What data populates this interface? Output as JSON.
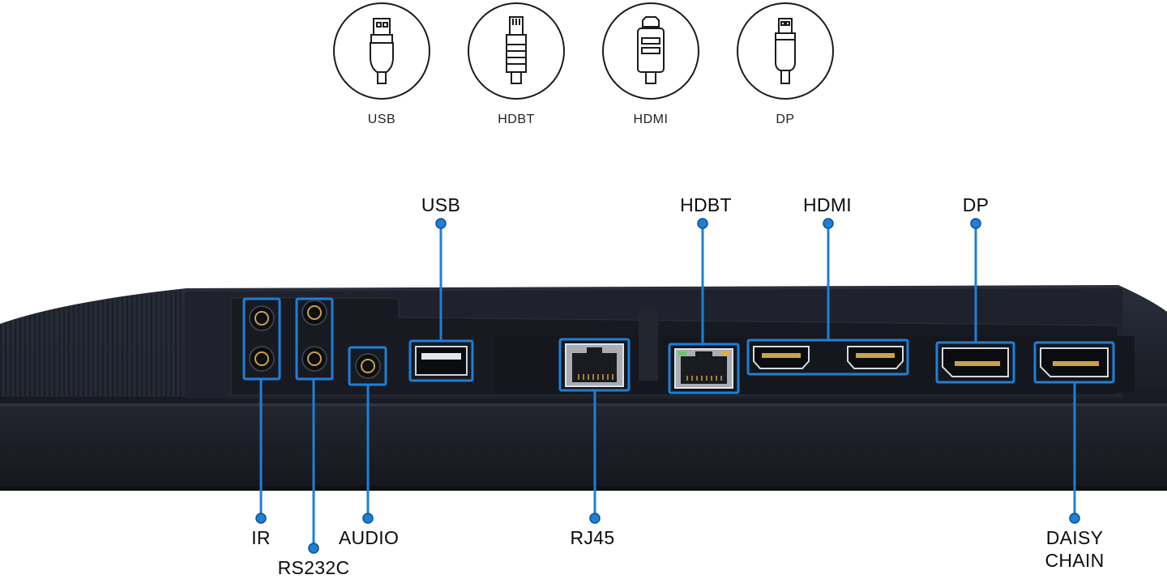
{
  "legend": [
    {
      "label": "USB",
      "icon": "usb-connector-icon"
    },
    {
      "label": "HDBT",
      "icon": "hdbt-connector-icon"
    },
    {
      "label": "HDMI",
      "icon": "hdmi-connector-icon"
    },
    {
      "label": "DP",
      "icon": "displayport-connector-icon"
    }
  ],
  "ports_top": {
    "usb": "USB",
    "hdbt": "HDBT",
    "hdmi": "HDMI",
    "dp": "DP"
  },
  "ports_bottom": {
    "ir": "IR",
    "rs232c": "RS232C",
    "audio": "AUDIO",
    "rj45": "RJ45",
    "daisy_chain_line1": "DAISY",
    "daisy_chain_line2": "CHAIN"
  },
  "colors": {
    "callout": "#1f7fd6",
    "panel": "#1c1f29",
    "panel_dark": "#12141b",
    "background": "#ffffff"
  }
}
